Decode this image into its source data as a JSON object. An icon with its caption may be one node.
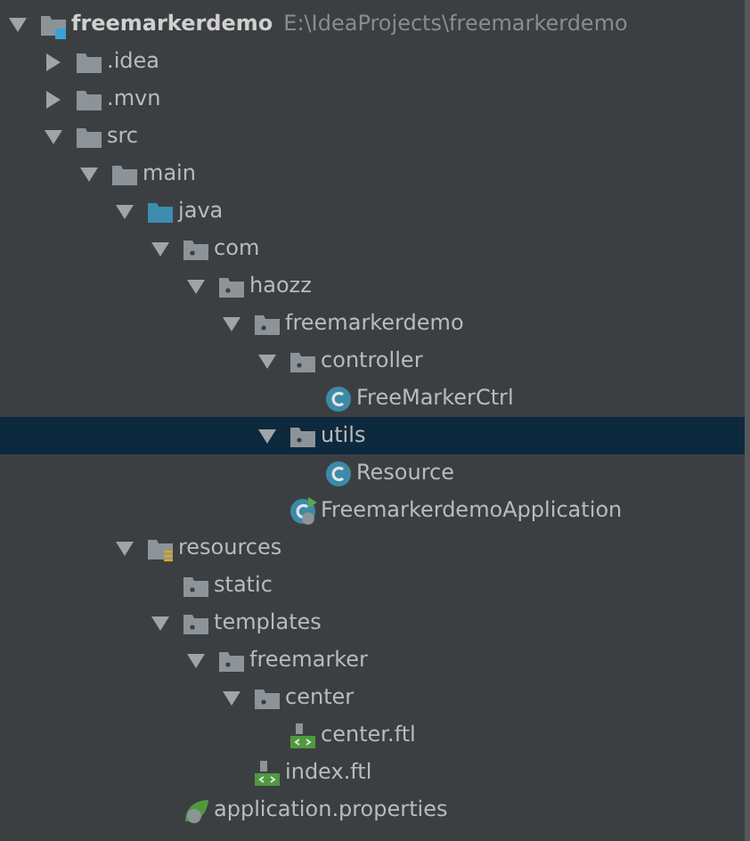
{
  "diagram": {
    "labels": [
      "freemarkerdemo",
      "E:\\IdeaProjects\\freemarkerdemo",
      ".idea",
      ".mvn",
      "src",
      "main",
      "java",
      "com",
      "haozz",
      "freemarkerdemo",
      "controller",
      "FreeMarkerCtrl",
      "utils",
      "Resource",
      "FreemarkerdemoApplication",
      "resources",
      "static",
      "templates",
      "freemarker",
      "center",
      "center.ftl",
      "index.ftl",
      "application.properties"
    ]
  }
}
